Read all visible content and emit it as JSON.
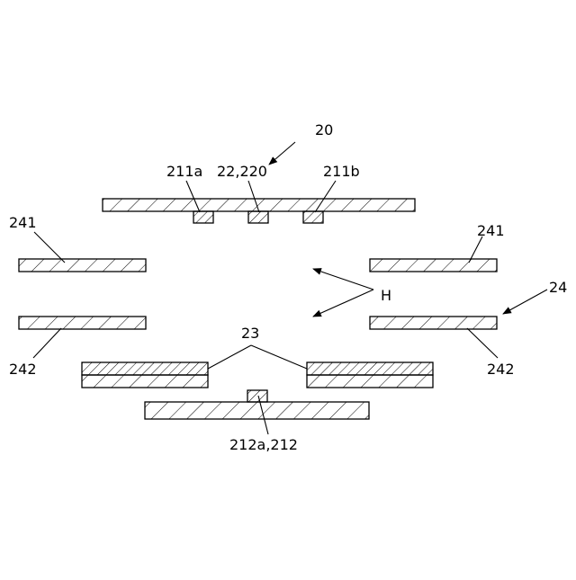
{
  "labels": {
    "assembly": "20",
    "boss_a": "211a",
    "center_part": "22,220",
    "boss_b": "211b",
    "left_upper_plate": "241",
    "right_upper_plate": "241",
    "right_group": "24",
    "gap": "H",
    "left_lower_plate": "242",
    "right_lower_plate": "242",
    "stacked_plates": "23",
    "bottom_boss": "212a,212"
  }
}
